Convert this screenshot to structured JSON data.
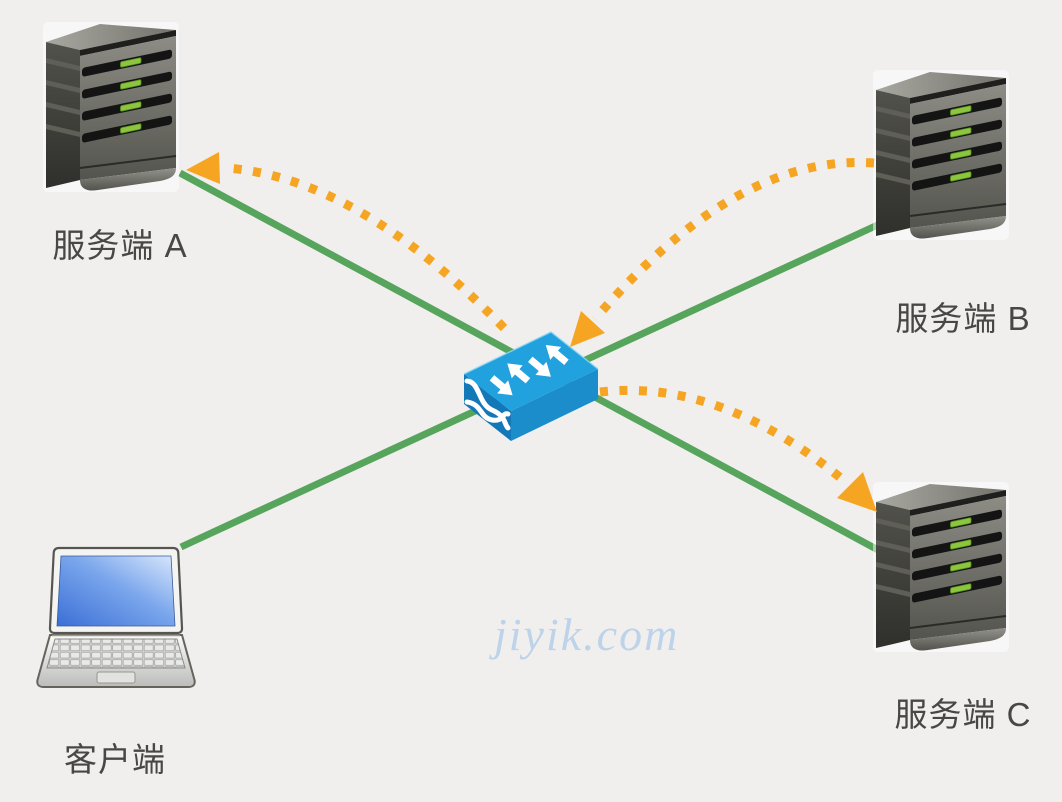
{
  "diagram": {
    "type": "network-topology",
    "background_color": "#f0efee",
    "watermark": {
      "text": "jiyik.com",
      "color": "#9fc3e6"
    },
    "nodes": {
      "server_a": {
        "label": "服务端 A",
        "icon": "server-icon",
        "position": "top-left"
      },
      "server_b": {
        "label": "服务端 B",
        "icon": "server-icon",
        "position": "top-right"
      },
      "server_c": {
        "label": "服务端 C",
        "icon": "server-icon",
        "position": "bottom-right"
      },
      "client": {
        "label": "客户端",
        "icon": "laptop-icon",
        "position": "bottom-left"
      },
      "switch": {
        "label": "",
        "icon": "switch-icon",
        "position": "center"
      }
    },
    "colors": {
      "link": "#57a55c",
      "flow": "#f5a522",
      "label": "#474747",
      "led": "#8cc63e",
      "switch_top": "#22a1df",
      "switch_left": "#1378b8",
      "switch_right": "#1b8dcb"
    },
    "links": [
      {
        "from": "server_a",
        "to": "server_c",
        "style": "solid"
      },
      {
        "from": "server_b",
        "to": "client",
        "style": "solid"
      }
    ],
    "flows": [
      {
        "from": "switch",
        "to": "server_a",
        "style": "dotted-arrow"
      },
      {
        "from": "server_b",
        "to": "switch",
        "style": "dotted-arrow"
      },
      {
        "from": "switch",
        "to": "server_c",
        "style": "dotted-arrow"
      }
    ]
  }
}
